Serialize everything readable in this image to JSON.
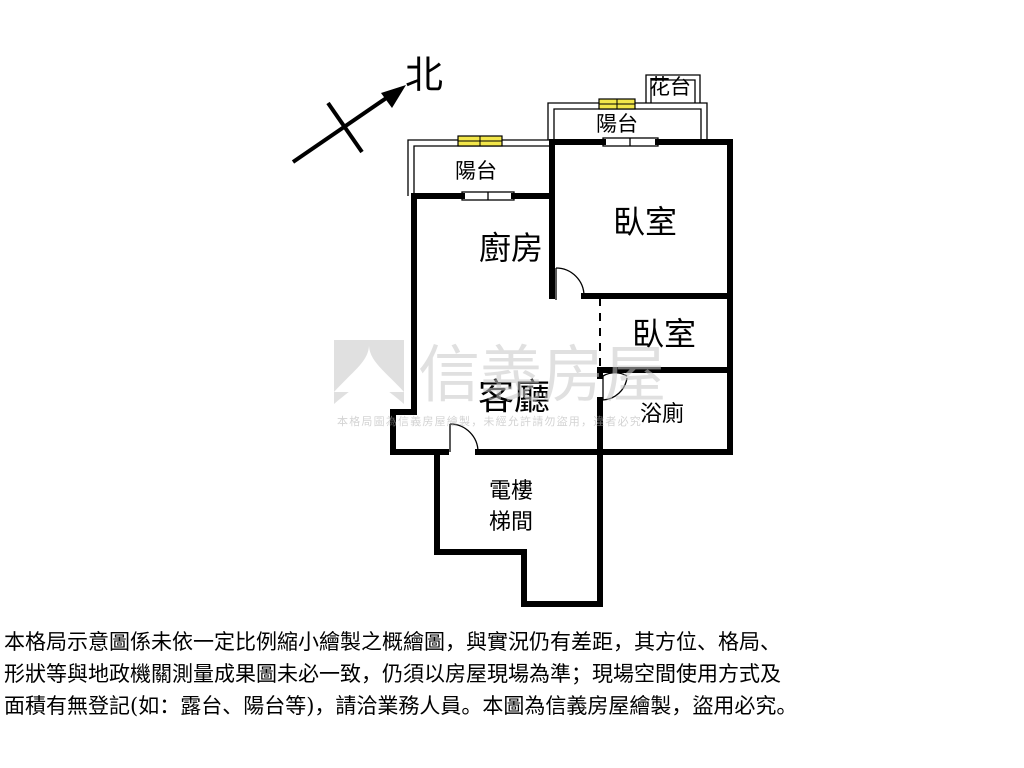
{
  "compass": {
    "north_label": "北"
  },
  "rooms": {
    "flower_bed": "花台",
    "balcony_right": "陽台",
    "balcony_left": "陽台",
    "bedroom_main": "臥室",
    "kitchen": "廚房",
    "bedroom_small": "臥室",
    "living_room": "客廳",
    "bathroom": "浴廁",
    "stair_line1": "電樓",
    "stair_line2": "梯間"
  },
  "watermark": {
    "brand": "信義房屋",
    "notice": "本格局圖為信義房屋繪製，未經允許請勿盜用，違者必究"
  },
  "disclaimer": {
    "line1": "本格局示意圖係未依一定比例縮小繪製之概繪圖，與實況仍有差距，其方位、格局、",
    "line2": "形狀等與地政機關測量成果圖未必一致，仍須以房屋現場為準；現場空間使用方式及",
    "line3": "面積有無登記(如：露台、陽台等)，請洽業務人員。本圖為信義房屋繪製，盜用必究。"
  },
  "colors": {
    "wall": "#000000",
    "window_glass": "#f2e64a",
    "watermark": "#c8c8c8"
  }
}
